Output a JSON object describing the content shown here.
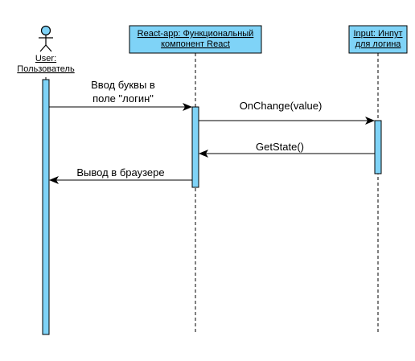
{
  "actor": {
    "label_line1": "User:",
    "label_line2": "Пользователь"
  },
  "participants": [
    {
      "id": "react",
      "label_line1": "React-app: Функциональный",
      "label_line2": "компонент React"
    },
    {
      "id": "input",
      "label_line1": "Input: Инпут",
      "label_line2": "для логина"
    }
  ],
  "messages": [
    {
      "id": "m1",
      "from": "user",
      "to": "react",
      "label_line1": "Ввод буквы в",
      "label_line2": "поле \"логин\""
    },
    {
      "id": "m2",
      "from": "react",
      "to": "input",
      "label_line1": "OnChange(value)"
    },
    {
      "id": "m3",
      "from": "input",
      "to": "react",
      "label_line1": "GetState()"
    },
    {
      "id": "m4",
      "from": "react",
      "to": "user",
      "label_line1": "Вывод в браузере"
    }
  ],
  "colors": {
    "participant_fill": "#7FD3F7",
    "activation_fill": "#7FD3F7",
    "line": "#000000"
  }
}
